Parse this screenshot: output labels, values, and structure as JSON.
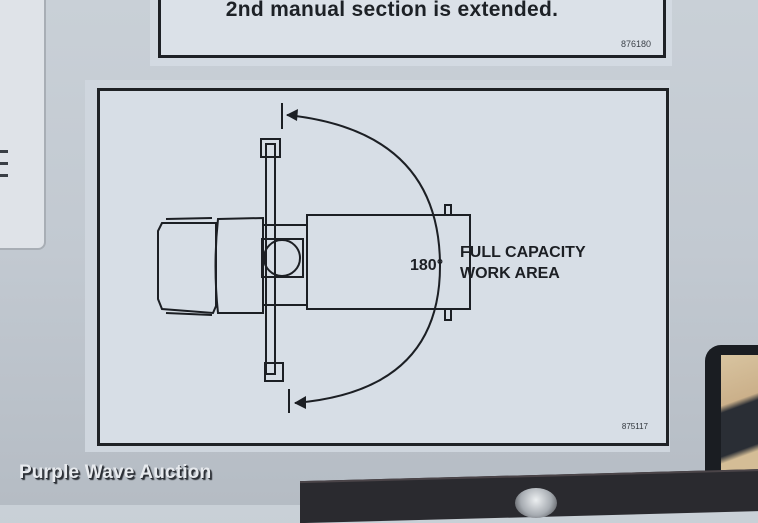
{
  "top_decal": {
    "text": "2nd manual section is extended.",
    "code": "876180"
  },
  "main_decal": {
    "label_line1": "FULL CAPACITY",
    "label_line2": "WORK AREA",
    "angle": "180°",
    "code": "875117"
  },
  "watermark": {
    "text": "Purple Wave Auction"
  },
  "colors": {
    "decal_bg": "#d7dee6",
    "ink": "#1c1f24",
    "background": "#c2c9d1"
  }
}
